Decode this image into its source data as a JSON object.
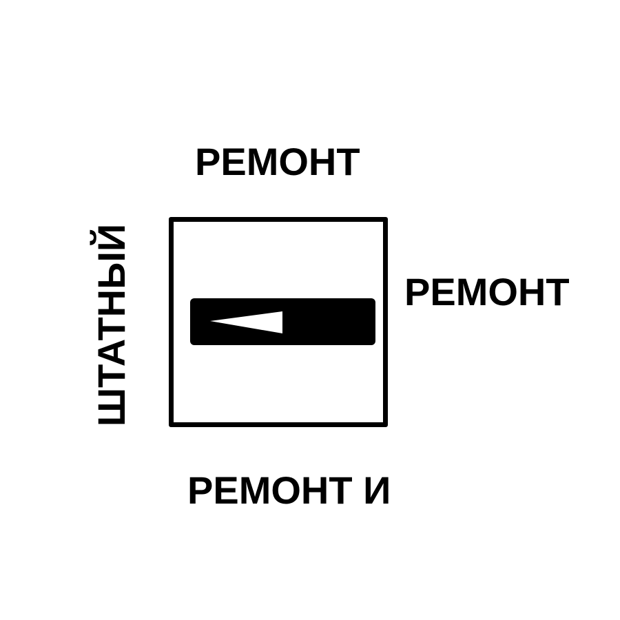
{
  "switch": {
    "positions": {
      "top": "РЕМОНТ",
      "right": "РЕМОНТ",
      "bottom": "РЕМОНТ И",
      "left": "ШТАТНЫЙ"
    },
    "selected_position": "left",
    "colors": {
      "line": "#000000",
      "background": "#ffffff",
      "arrow": "#ffffff"
    },
    "icons": {
      "lever": "lever-icon",
      "arrow": "arrow-left-icon"
    }
  }
}
